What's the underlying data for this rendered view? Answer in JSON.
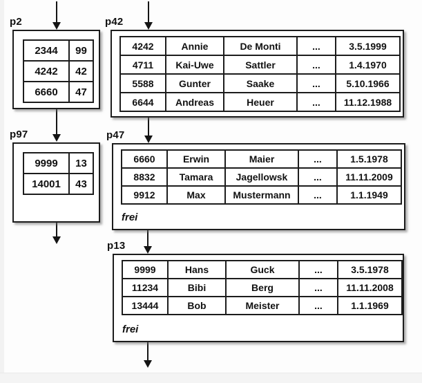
{
  "pages": {
    "p2": {
      "label": "p2",
      "rows": [
        [
          "2344",
          "99"
        ],
        [
          "4242",
          "42"
        ],
        [
          "6660",
          "47"
        ]
      ]
    },
    "p42": {
      "label": "p42",
      "rows": [
        [
          "4242",
          "Annie",
          "De Monti",
          "...",
          "3.5.1999"
        ],
        [
          "4711",
          "Kai-Uwe",
          "Sattler",
          "...",
          "1.4.1970"
        ],
        [
          "5588",
          "Gunter",
          "Saake",
          "...",
          "5.10.1966"
        ],
        [
          "6644",
          "Andreas",
          "Heuer",
          "...",
          "11.12.1988"
        ]
      ]
    },
    "p97": {
      "label": "p97",
      "rows": [
        [
          "9999",
          "13"
        ],
        [
          "14001",
          "43"
        ]
      ]
    },
    "p47": {
      "label": "p47",
      "rows": [
        [
          "6660",
          "Erwin",
          "Maier",
          "...",
          "1.5.1978"
        ],
        [
          "8832",
          "Tamara",
          "Jagellowsk",
          "...",
          "11.11.2009"
        ],
        [
          "9912",
          "Max",
          "Mustermann",
          "...",
          "1.1.1949"
        ]
      ],
      "free_label": "frei"
    },
    "p13": {
      "label": "p13",
      "rows": [
        [
          "9999",
          "Hans",
          "Guck",
          "...",
          "3.5.1978"
        ],
        [
          "11234",
          "Bibi",
          "Berg",
          "...",
          "11.11.2008"
        ],
        [
          "13444",
          "Bob",
          "Meister",
          "...",
          "1.1.1969"
        ]
      ],
      "free_label": "frei"
    }
  },
  "colors": {
    "line": "#1c1c1c",
    "box_background": "#ffffff",
    "shadow": "#6e6e6e"
  }
}
